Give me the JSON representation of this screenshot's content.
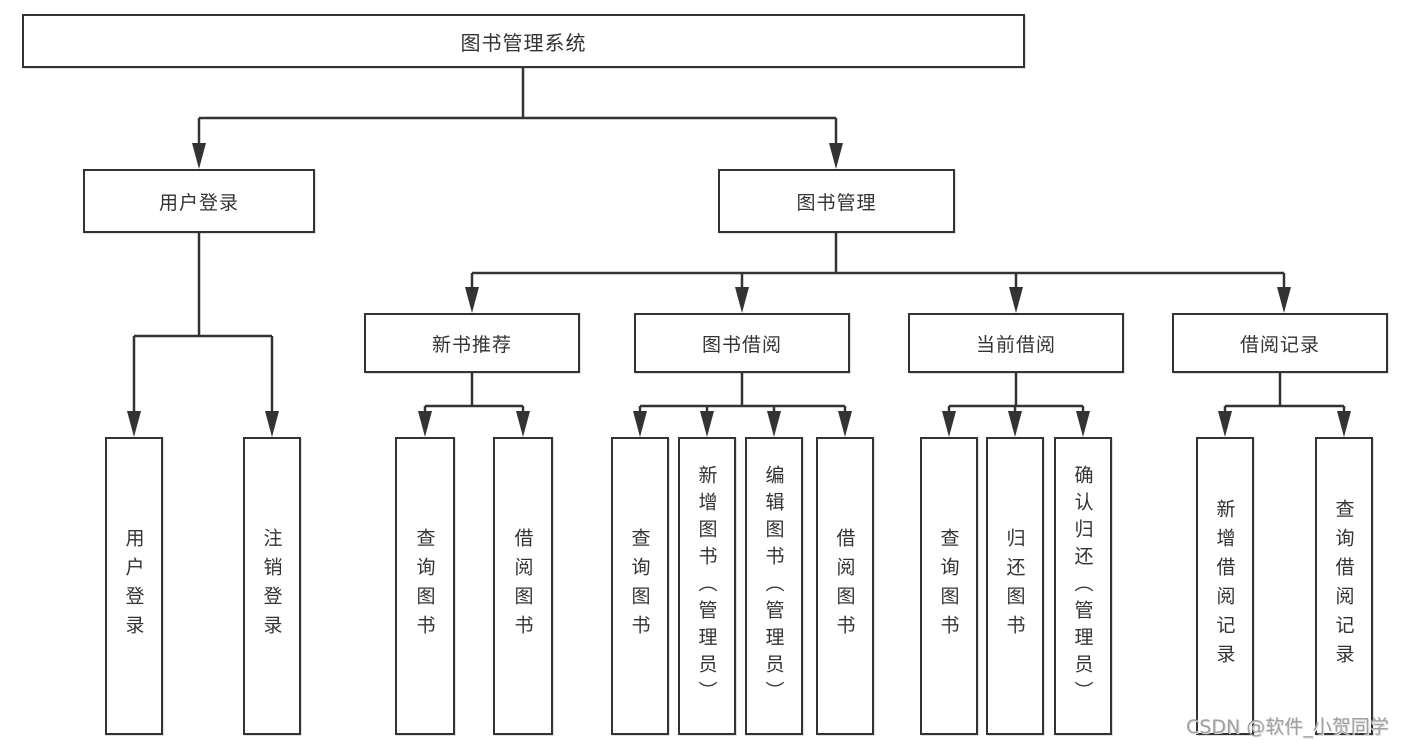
{
  "diagram": {
    "type": "hierarchy-tree",
    "colors": {
      "line": "#333333",
      "text": "#333333",
      "box_background": "#ffffff",
      "watermark": "#a0a0a0"
    },
    "nodes": {
      "root": "图书管理系统",
      "userLogin": "用户登录",
      "bookManagement": "图书管理",
      "newBookRecommend": "新书推荐",
      "bookBorrow": "图书借阅",
      "currentBorrow": "当前借阅",
      "borrowRecord": "借阅记录",
      "leafUserLogin": "用户登录",
      "leafLogout": "注销登录",
      "leafQueryBook1": "查询图书",
      "leafBorrowBook1": "借阅图书",
      "leafQueryBook2": "查询图书",
      "leafAddBook": "新增图书（管理员）",
      "leafEditBook": "编辑图书（管理员）",
      "leafBorrowBook2": "借阅图书",
      "leafQueryBook3": "查询图书",
      "leafReturnBook": "归还图书",
      "leafConfirmReturn": "确认归还（管理员）",
      "leafAddBorrowRecord": "新增借阅记录",
      "leafQueryBorrowRecord": "查询借阅记录"
    },
    "edges": [
      [
        "图书管理系统",
        "用户登录"
      ],
      [
        "图书管理系统",
        "图书管理"
      ],
      [
        "用户登录",
        "用户登录"
      ],
      [
        "用户登录",
        "注销登录"
      ],
      [
        "图书管理",
        "新书推荐"
      ],
      [
        "图书管理",
        "图书借阅"
      ],
      [
        "图书管理",
        "当前借阅"
      ],
      [
        "图书管理",
        "借阅记录"
      ],
      [
        "新书推荐",
        "查询图书"
      ],
      [
        "新书推荐",
        "借阅图书"
      ],
      [
        "图书借阅",
        "查询图书"
      ],
      [
        "图书借阅",
        "新增图书（管理员）"
      ],
      [
        "图书借阅",
        "编辑图书（管理员）"
      ],
      [
        "图书借阅",
        "借阅图书"
      ],
      [
        "当前借阅",
        "查询图书"
      ],
      [
        "当前借阅",
        "归还图书"
      ],
      [
        "当前借阅",
        "确认归还（管理员）"
      ],
      [
        "借阅记录",
        "新增借阅记录"
      ],
      [
        "借阅记录",
        "查询借阅记录"
      ]
    ]
  },
  "watermark": "CSDN @软件_小贺同学"
}
